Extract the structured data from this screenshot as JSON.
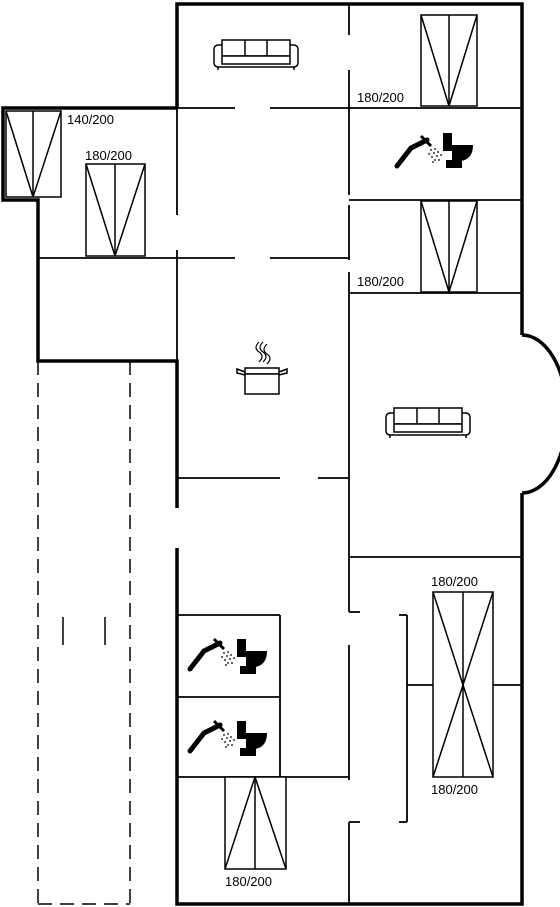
{
  "plan": {
    "bed_labels": {
      "bed_a": "180/200",
      "bed_b": "140/200",
      "bed_c": "180/200",
      "bed_d": "180/200",
      "bed_e_top": "180/200",
      "bed_e_bottom": "180/200",
      "bed_f": "180/200"
    },
    "icons": [
      "sofa-icon",
      "shower-icon",
      "toilet-icon",
      "cooking-pot-icon",
      "bed-icon"
    ],
    "colors": {
      "lines": "#000000",
      "background": "#ffffff"
    }
  }
}
